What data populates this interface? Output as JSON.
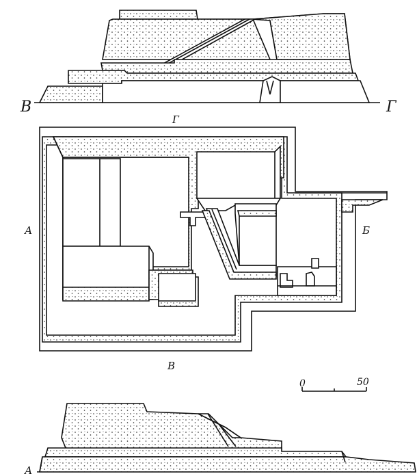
{
  "elevation_top": {
    "left_label": "В",
    "right_label": "Г"
  },
  "plan": {
    "label_top": "Г",
    "label_left": "А",
    "label_right": "Б",
    "label_bottom": "В"
  },
  "scale_bar": {
    "start_label": "0",
    "end_label": "50"
  },
  "elevation_bottom": {
    "left_label": "А"
  }
}
